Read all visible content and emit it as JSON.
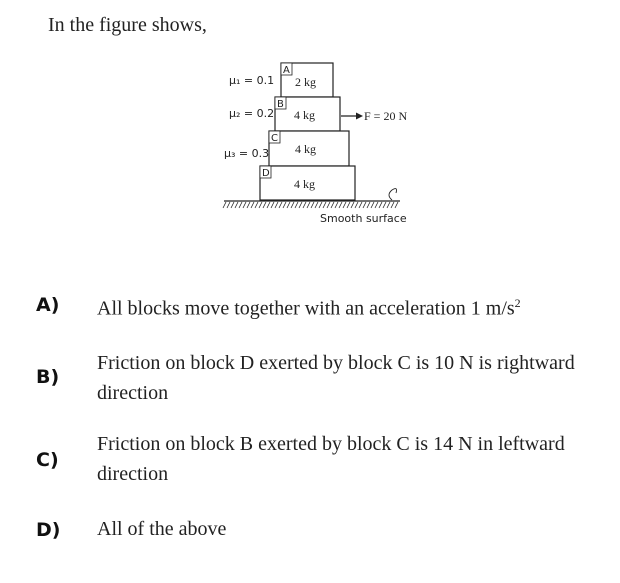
{
  "question": {
    "text": "In the figure shows,"
  },
  "figure": {
    "blocks": [
      {
        "letter": "A",
        "mass": "2 kg",
        "mu": "μ₁ = 0.1"
      },
      {
        "letter": "B",
        "mass": "4 kg",
        "mu": "μ₂ = 0.2"
      },
      {
        "letter": "C",
        "mass": "4 kg",
        "mu": "μ₃ = 0.3"
      },
      {
        "letter": "D",
        "mass": "4 kg",
        "mu": ""
      }
    ],
    "force_label": "F = 20 N",
    "surface_label": "Smooth surface"
  },
  "options": [
    {
      "label": "A)",
      "text": "All blocks move together with an acceleration 1 m/s",
      "sup": "2"
    },
    {
      "label": "B)",
      "text": "Friction on block D exerted by block C is 10 N is rightward direction"
    },
    {
      "label": "C)",
      "text": "Friction on block B exerted by block C is 14 N in leftward direction"
    },
    {
      "label": "D)",
      "text": "All of the above"
    }
  ]
}
